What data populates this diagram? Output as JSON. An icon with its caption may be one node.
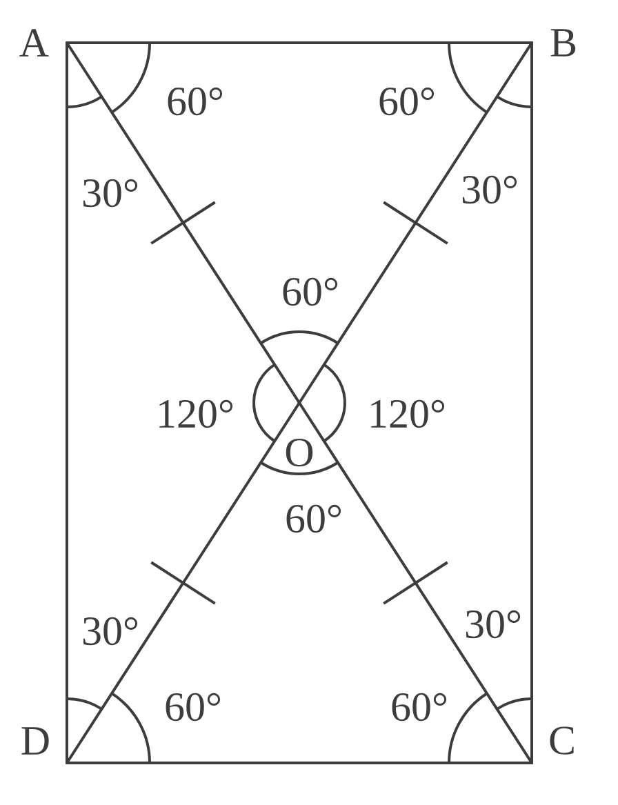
{
  "diagram": {
    "nodes": [
      {
        "text": [
          "A"
        ]
      },
      {
        "text": [
          "B"
        ]
      },
      {
        "text": [
          "C"
        ]
      },
      {
        "text": [
          "D"
        ]
      },
      {
        "text": [
          "O"
        ]
      }
    ],
    "edges": [
      {
        "from": 0,
        "to": 1,
        "arrow": "none"
      },
      {
        "from": 1,
        "to": 2,
        "arrow": "none"
      },
      {
        "from": 2,
        "to": 3,
        "arrow": "none"
      },
      {
        "from": 3,
        "to": 0,
        "arrow": "none"
      },
      {
        "from": 0,
        "to": 4,
        "arrow": "none"
      },
      {
        "from": 4,
        "to": 2,
        "arrow": "none"
      },
      {
        "from": 1,
        "to": 4,
        "arrow": "none"
      },
      {
        "from": 4,
        "to": 3,
        "arrow": "none"
      }
    ],
    "labels": [
      "60°",
      "60°",
      "30°",
      "30°",
      "60°",
      "120°",
      "120°",
      "60°",
      "30°",
      "30°",
      "60°",
      "60°"
    ]
  }
}
